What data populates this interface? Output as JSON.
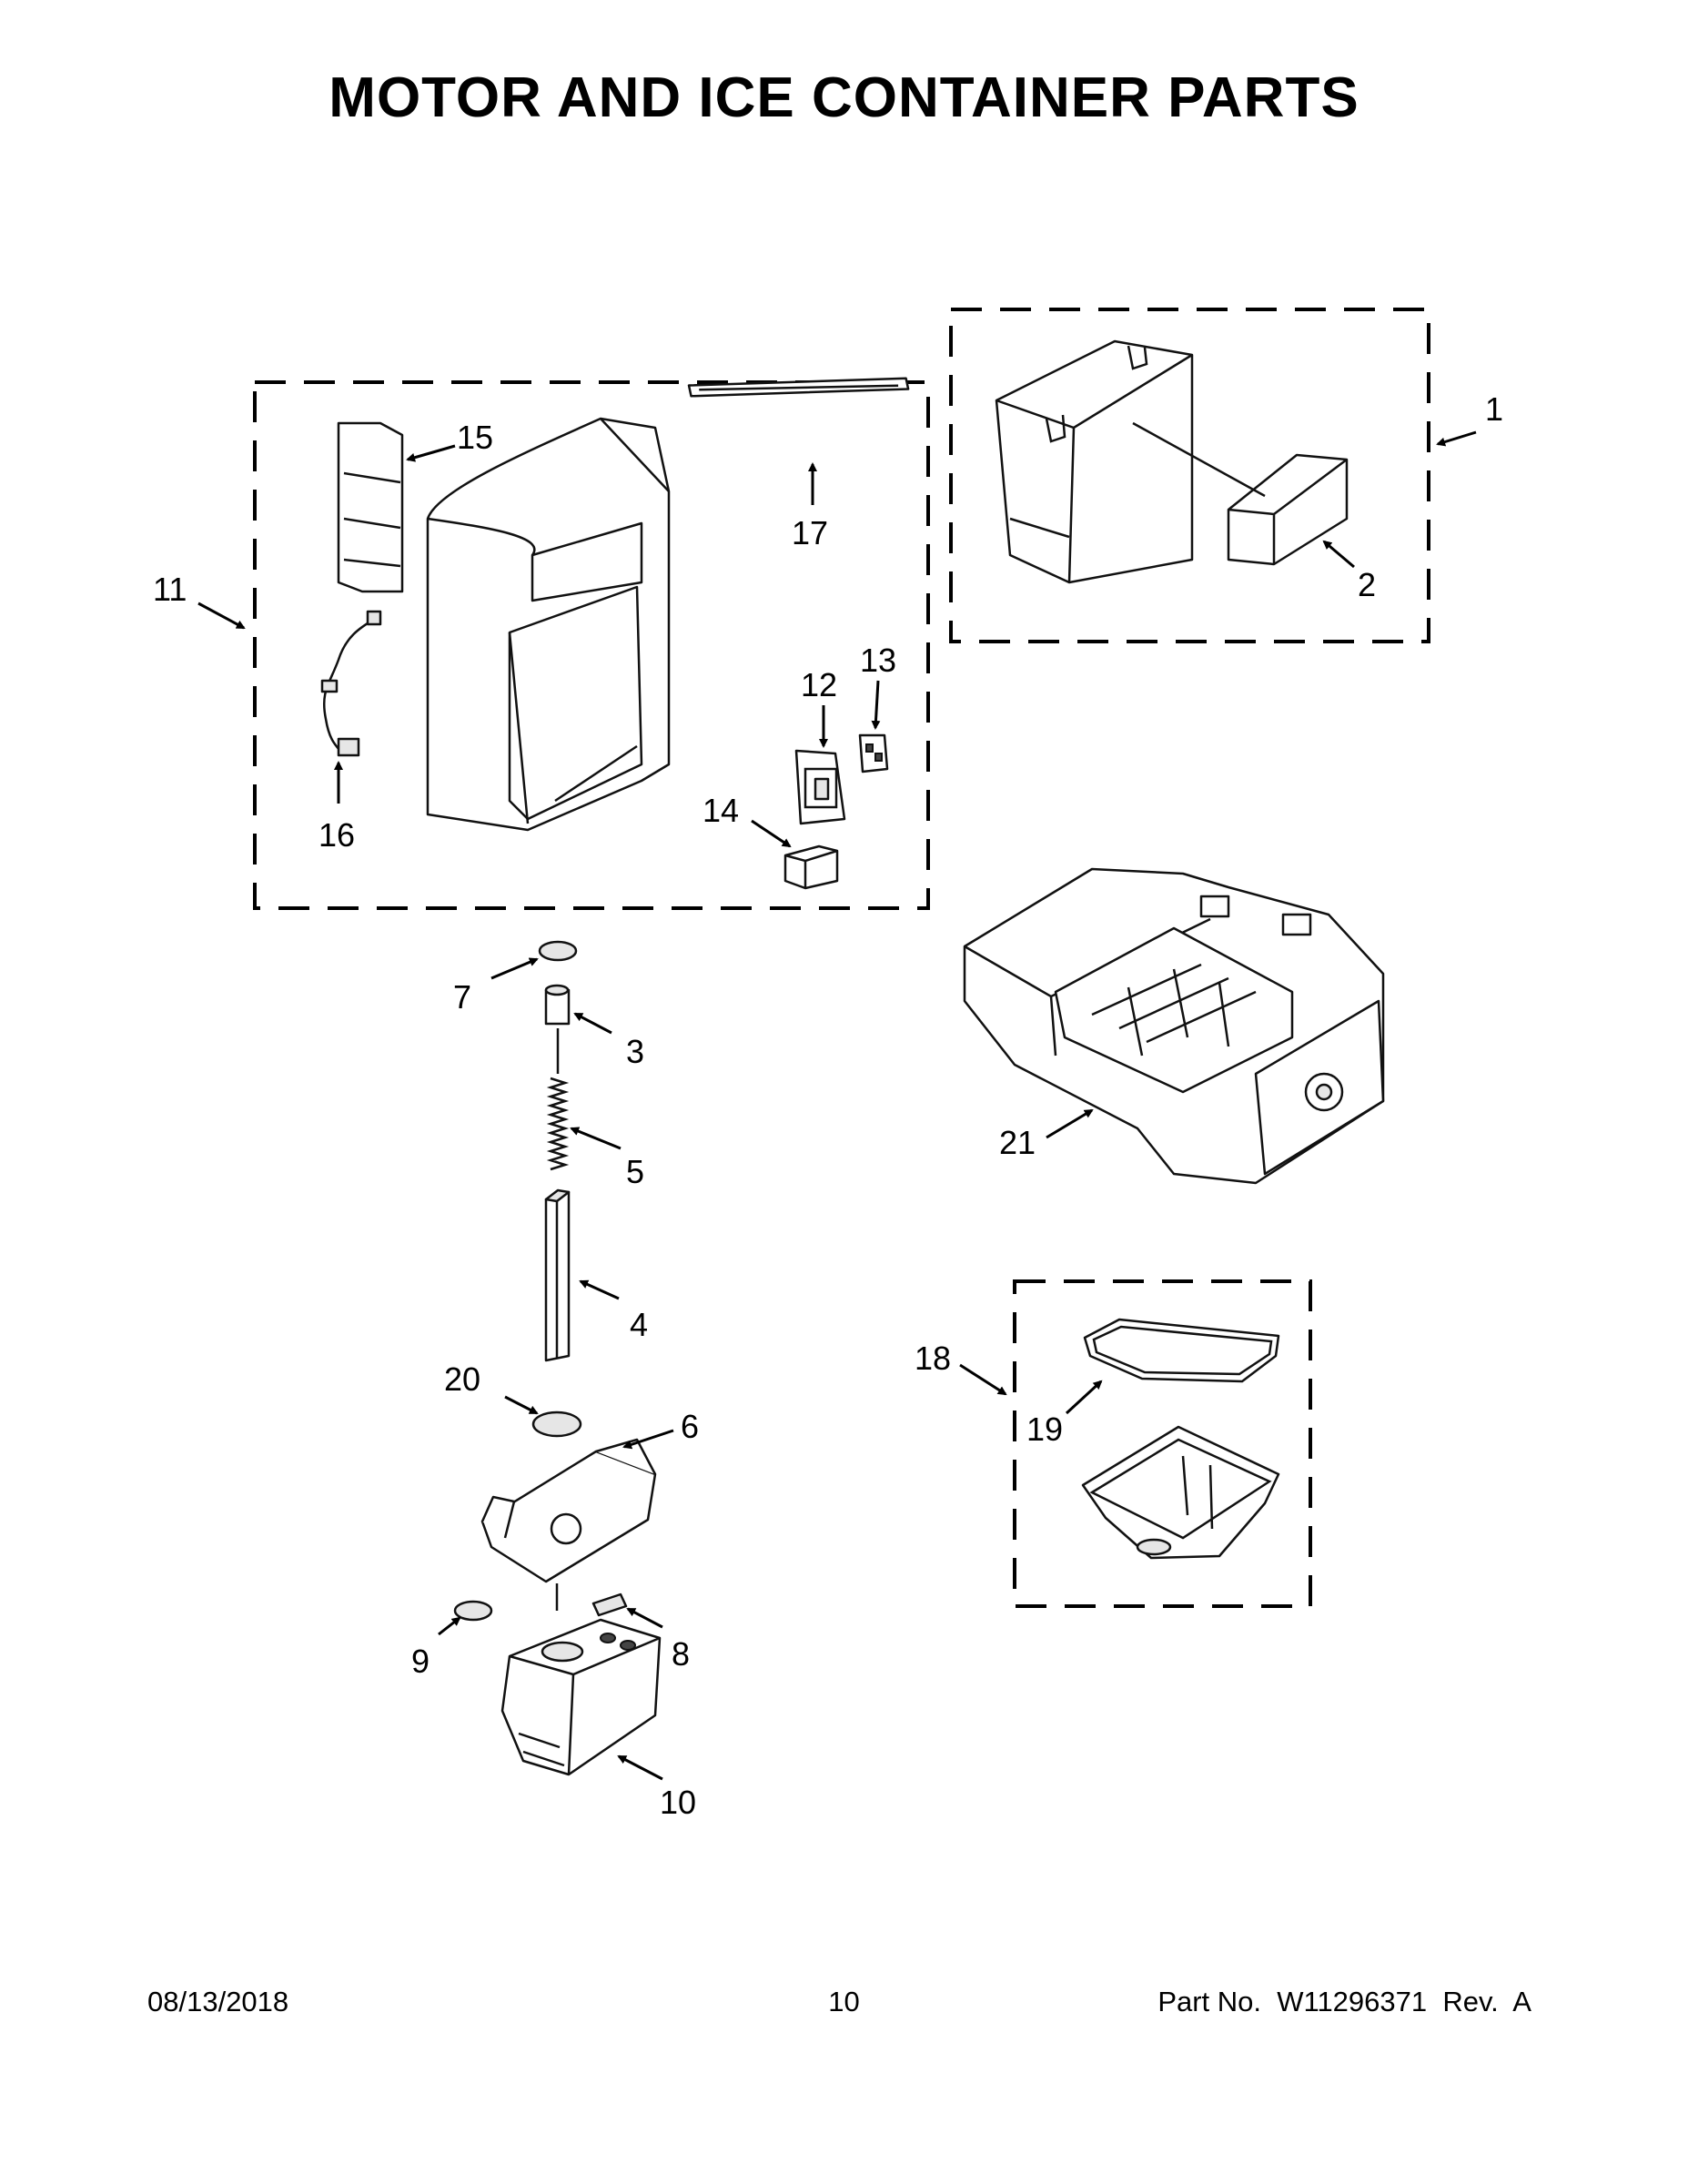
{
  "title": "MOTOR AND ICE CONTAINER PARTS",
  "callouts": {
    "c1": "1",
    "c2": "2",
    "c3": "3",
    "c4": "4",
    "c5": "5",
    "c6": "6",
    "c7": "7",
    "c8": "8",
    "c9": "9",
    "c10": "10",
    "c11": "11",
    "c12": "12",
    "c13": "13",
    "c14": "14",
    "c15": "15",
    "c16": "16",
    "c17": "17",
    "c18": "18",
    "c19": "19",
    "c20": "20",
    "c21": "21"
  },
  "footer": {
    "date": "08/13/2018",
    "page": "10",
    "part_no": "Part No.  W11296371  Rev.  A"
  }
}
